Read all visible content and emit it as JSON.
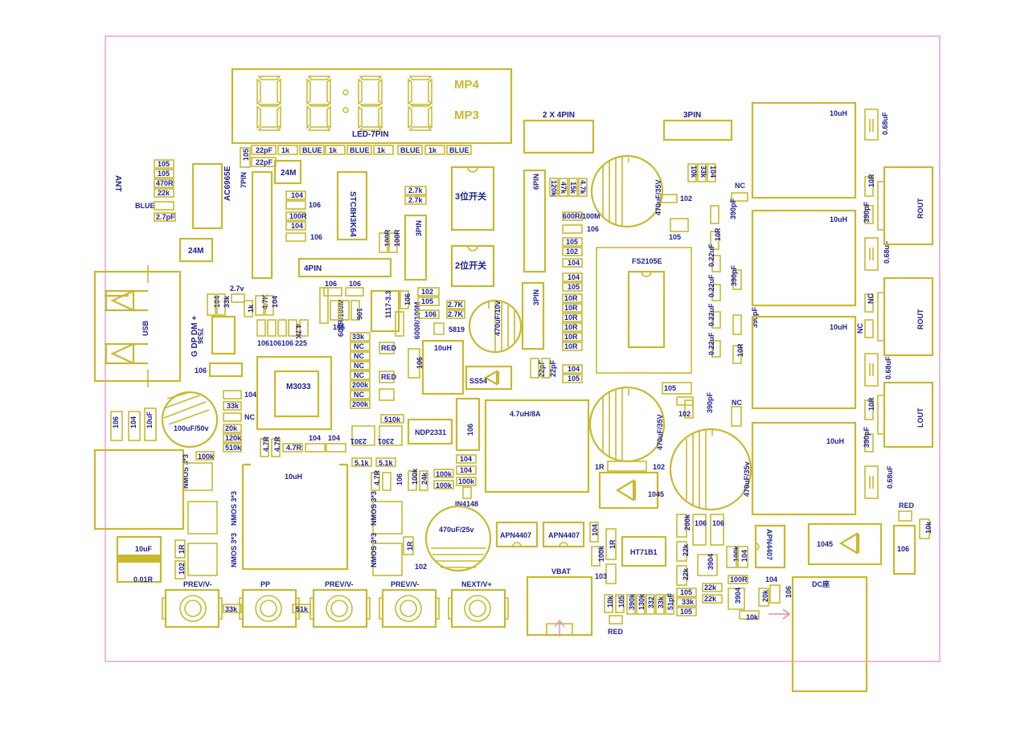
{
  "colors": {
    "outline": "#c9b92e",
    "label": "#1b1f8f",
    "board": "#e070c8",
    "arrow": "#ee8aa8"
  },
  "display": {
    "label": "LED-7PIN",
    "mode_top": "MP4",
    "mode_bottom": "MP3"
  },
  "headers": {
    "top_2x4": "2 X 4PIN",
    "top_3pin": "3PIN",
    "pin7": "7PIN",
    "pin4": "4PIN",
    "pin3": "3PIN",
    "pin6": "6PIN",
    "pin3b": "3PIN"
  },
  "chips": {
    "ac6965e": "AC6965E",
    "stc": "STC8H3K64",
    "fs2105e": "FS2105E",
    "m3033": "M3033",
    "ldo": "1117-3.3",
    "ndp": "NDP2331",
    "apn1": "APN4407",
    "apn2": "APN4407",
    "apn3": "APN4407",
    "ht": "HT71B1",
    "ss54": "SS54",
    "d5819": "5819",
    "in4148": "IN4148",
    "d1045a": "1045",
    "d1045b": "1045",
    "r7536": "7536",
    "xtal1": "24M",
    "xtal2": "24M"
  },
  "switches": {
    "sw1": "3位开关",
    "sw2": "2位开关"
  },
  "caps": {
    "c1": "470uF/35V",
    "c2": "470uF/35V",
    "c3": "470uF/35v",
    "c4": "470uF/10v",
    "c5": "470uF/25v",
    "c6": "100uF/50v",
    "c_small": "10uF",
    "r_small": "0.01R"
  },
  "inductors": {
    "l1": "10uH",
    "l2": "10uH",
    "l3": "10uH",
    "l4": "10uH",
    "l5": "4.7uH/8A",
    "l6": "10uH",
    "l7": "10uH"
  },
  "connectors": {
    "rout1": "ROUT",
    "rout2": "ROUT",
    "lout": "LOUT",
    "vbat": "VBAT",
    "dc": "DC座",
    "usb": "USB",
    "usb_pins": "G  DP DM  +",
    "nmos1": "NMOS 3*3",
    "nmos2": "NMOS 3*3",
    "nmos3": "NMOS 3*3",
    "nmos4": "NMOS 3*3",
    "nmos5": "NMOS 3*3",
    "ant": "ANT",
    "blue_led": "BLUE",
    "red_led1": "RED",
    "red_led2": "RED"
  },
  "buttons": {
    "b1": "PREV/V-",
    "b2": "PP",
    "b3": "PREV/V-",
    "b4": "PREV/V-",
    "b5": "NEXT/V+"
  },
  "led_row": [
    "22pF",
    "1k",
    "BLUE",
    "1k",
    "BLUE",
    "1k",
    "BLUE",
    "1k",
    "BLUE"
  ],
  "passives": {
    "p105a": "105",
    "p105b": "105",
    "p470r": "470R",
    "p22k": "22k",
    "p27pf": "2.7pF",
    "p22pf": "22pF",
    "p105c": "105",
    "p104a": "104",
    "p106a": "106",
    "p100r": "100R",
    "p104b": "104",
    "p106b": "106",
    "p27ka": "2.7k",
    "p27kb": "2.7k",
    "p100ra": "100R",
    "p100rb": "100R",
    "p120k": "120k",
    "p47k": "47k",
    "p15k": "15k",
    "p47kb": "4.7k",
    "p600r": "600R/100M",
    "p106c": "106",
    "p105d": "105",
    "p102a": "102",
    "p104c": "104",
    "p104d": "104",
    "p105e": "105",
    "p10r1": "10R",
    "p10r2": "10R",
    "p10r3": "10R",
    "p10r4": "10R",
    "p10r5": "10R",
    "p10r6": "10R",
    "p104e": "104",
    "p105f": "105",
    "p22pfa": "22pF",
    "p22pfb": "22pF",
    "p10k": "10k",
    "p33k": "33k",
    "p104f": "104",
    "p102b": "102",
    "p105g": "105",
    "nc1": "NC",
    "p390a": "390pF",
    "p390b": "390pF",
    "p390c": "390pF",
    "p390d": "390pF",
    "p390e": "390pF",
    "p390f": "390pF",
    "p022a": "0.22uF",
    "p022b": "0.22uF",
    "p022c": "0.22uF",
    "p022d": "0.22uF",
    "p10ra": "10R",
    "p10rb": "10R",
    "p10rc": "10R",
    "p10rd": "10R",
    "p068a": "0.68uF",
    "p068b": "0.68uF",
    "p068c": "0.68uF",
    "p068d": "0.68uF",
    "nc2": "NC",
    "nc3": "NC",
    "nc4": "NC",
    "p105h": "105",
    "p102c": "102",
    "p1r": "1R",
    "p102d": "102",
    "p27v": "2.7v",
    "p104g": "104",
    "p33ka": "33k",
    "p1k": "1k",
    "p47kc": "4.7K",
    "p104h": "104",
    "p106d": "106",
    "p106e": "106",
    "p106f": "106",
    "p225": "225",
    "p47kd": "4.7K",
    "p600rb": "600R/100M",
    "p106g": "106",
    "p106h": "106",
    "p106i": "106",
    "p102e": "102",
    "p105i": "105",
    "p106j": "106",
    "p27kc": "2.7K",
    "p27kd": "2.7K",
    "p600rc": "600R/100M",
    "p106k": "106",
    "p33kb": "33k",
    "ncA": "NC",
    "ncB": "NC",
    "ncC": "NC",
    "ncD": "NC",
    "p200ka": "200k",
    "ncE": "NC",
    "p200kb": "200k",
    "redA": "RED",
    "redB": "RED",
    "p106l": "106",
    "p104i": "104",
    "p33kc": "33k",
    "ncF": "NC",
    "p20k": "20k",
    "p120kb": "120k",
    "p510k": "510k",
    "p100k": "100k",
    "p47r1": "4.7R",
    "p47r2": "4.7R",
    "p47r3": "4.7R",
    "p104j": "104",
    "p104k": "104",
    "p2301a": "2301",
    "p2301b": "2301",
    "p510kb": "510k",
    "p51ka": "5.1k",
    "p51kb": "5.1k",
    "p47r4": "4.7R",
    "p106m": "106",
    "p100kb": "100k",
    "p24k": "24k",
    "p100kc": "100k",
    "p100kd": "100k",
    "p100ke": "100k",
    "p104l": "104",
    "p104m": "104",
    "p104n": "104",
    "p106n": "106",
    "p106o": "106",
    "p106p": "106",
    "p106q": "106",
    "p106r": "106",
    "p1r2": "1R",
    "p102f": "102",
    "p1rb": "1R",
    "p102g": "102",
    "p104o": "104",
    "p100kf": "100k",
    "p1rc": "1R",
    "p103": "103",
    "p10kb": "10k",
    "p105j": "105",
    "p390k": "390k",
    "p130k": "130k",
    "p332": "332",
    "p33kd": "33k",
    "p51pf": "51pF",
    "p200kc": "200k",
    "p22ka": "22k",
    "p22kb": "22k",
    "p105k": "105",
    "p33ke": "33k",
    "p105l": "105",
    "p22kc": "22k",
    "p22kd": "22k",
    "p106s": "106",
    "p106t": "106",
    "p100kg": "100k",
    "p104p": "104",
    "p3904a": "3904",
    "p3904b": "3904",
    "p100rc": "100R",
    "p104q": "104",
    "p20kb": "20k",
    "p106u": "106",
    "p10kc": "10k",
    "p10kd": "10k",
    "p106v": "106",
    "p33kf": "33k",
    "p51kc": "51k",
    "p104r": "104",
    "p106w": "106",
    "p10uf": "10uF",
    "p106x": "106",
    "p104s": "104",
    "p106y": "106"
  }
}
